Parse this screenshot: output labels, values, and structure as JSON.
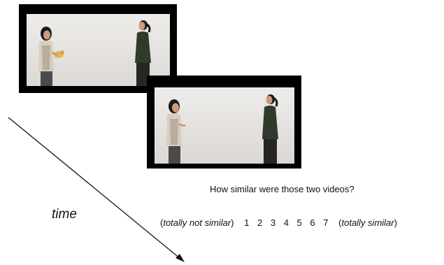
{
  "question": "How similar were those two videos?",
  "time_label": "time",
  "scale": {
    "left_anchor": "totally not similar",
    "right_anchor": "totally similar",
    "values": [
      "1",
      "2",
      "3",
      "4",
      "5",
      "6",
      "7"
    ]
  },
  "videos": [
    {
      "name": "first video",
      "left_person_holding": "toy",
      "right_person": "standing"
    },
    {
      "name": "second video",
      "left_person_holding": "nothing",
      "right_person": "standing"
    }
  ],
  "colors": {
    "frame": "#000000",
    "wall": "#e7e5e2",
    "sweater": "#2f3a2b",
    "cardigan": "#d9cdbf",
    "toy": "#e2b45a"
  }
}
